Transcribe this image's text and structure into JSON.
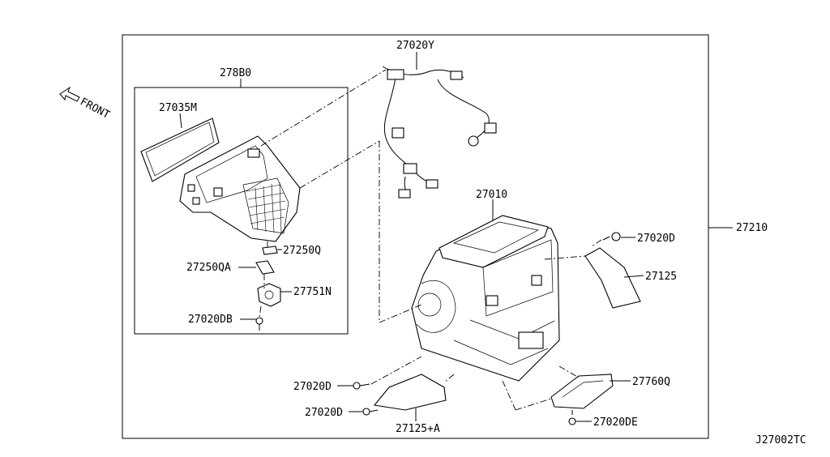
{
  "direction": {
    "label": "FRONT",
    "icon": "front-arrow-icon"
  },
  "diagram_code": "J27002TC",
  "labels": {
    "p27020Y": "27020Y",
    "p278B0": "278B0",
    "p27035M": "27035M",
    "p27250Q": "27250Q",
    "p27250QA": "27250QA",
    "p27751N": "27751N",
    "p27020DB": "27020DB",
    "p27010": "27010",
    "p27020D_top": "27020D",
    "p27210": "27210",
    "p27125": "27125",
    "p27020D_left": "27020D",
    "p27020D_bottom": "27020D",
    "p27125A": "27125+A",
    "p27760Q": "27760Q",
    "p27020DE": "27020DE"
  }
}
